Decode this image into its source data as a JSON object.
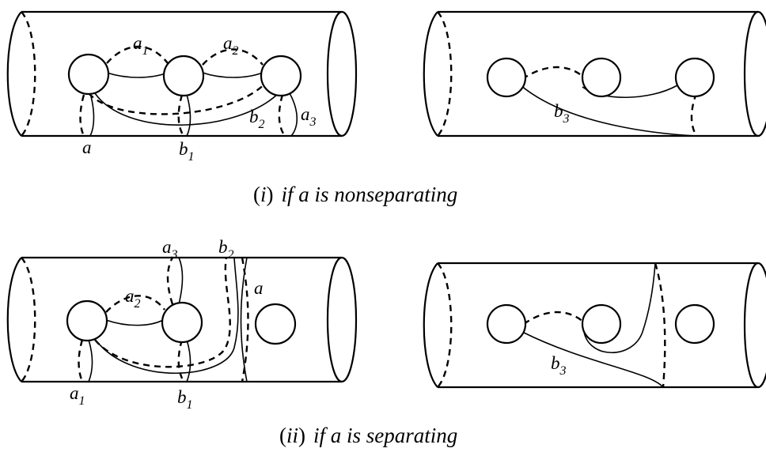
{
  "panels": {
    "top_left": {
      "labels": {
        "a1": "a",
        "a1_sub": "1",
        "a2": "a",
        "a2_sub": "2",
        "a3": "a",
        "a3_sub": "3",
        "b1": "b",
        "b1_sub": "1",
        "b2": "b",
        "b2_sub": "2",
        "a": "a"
      }
    },
    "top_right": {
      "labels": {
        "b3": "b",
        "b3_sub": "3"
      }
    },
    "bottom_left": {
      "labels": {
        "a1": "a",
        "a1_sub": "1",
        "a2": "a",
        "a2_sub": "2",
        "a3": "a",
        "a3_sub": "3",
        "b1": "b",
        "b1_sub": "1",
        "b2": "b",
        "b2_sub": "2",
        "a": "a"
      }
    },
    "bottom_right": {
      "labels": {
        "b3": "b",
        "b3_sub": "3"
      }
    }
  },
  "captions": {
    "top": {
      "open": "(",
      "num": "i",
      "close": ")",
      "text": "if a is nonseparating"
    },
    "bottom": {
      "open": "(",
      "num": "ii",
      "close": ")",
      "text": "if a is separating"
    }
  }
}
